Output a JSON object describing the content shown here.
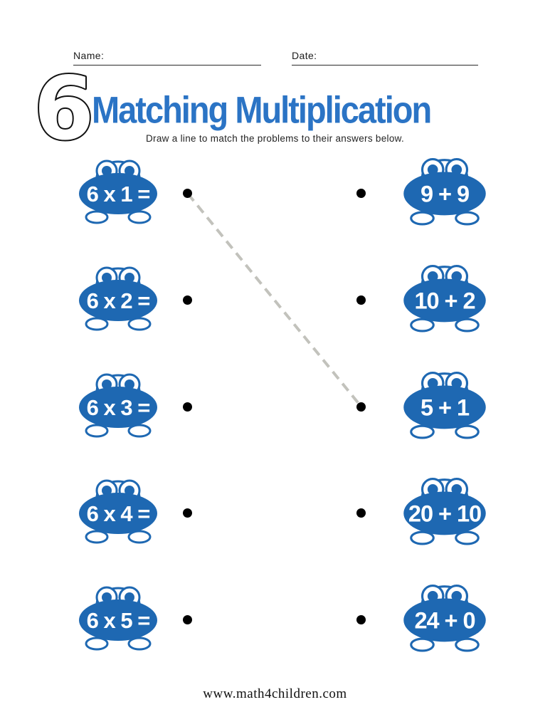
{
  "header": {
    "name_label": "Name:",
    "date_label": "Date:",
    "worksheet_number": "6",
    "title": "Matching Multiplication",
    "instructions": "Draw a line to match the problems to their answers below."
  },
  "matching": {
    "problems": [
      "6 x 1 =",
      "6 x 2 =",
      "6 x 3 =",
      "6 x 4 =",
      "6 x 5 ="
    ],
    "answers": [
      "9 + 9",
      "10 + 2",
      "5 + 1",
      "20 + 10",
      "24 + 0"
    ],
    "drawn_line": {
      "from_problem_index": 0,
      "to_answer_index": 2
    }
  },
  "footer": {
    "website": "www.math4children.com"
  },
  "colors": {
    "frog_blue": "#1e68b2",
    "title_blue": "#2b74c5",
    "dot_color": "#000000",
    "line_gray": "#c2c2bc"
  }
}
